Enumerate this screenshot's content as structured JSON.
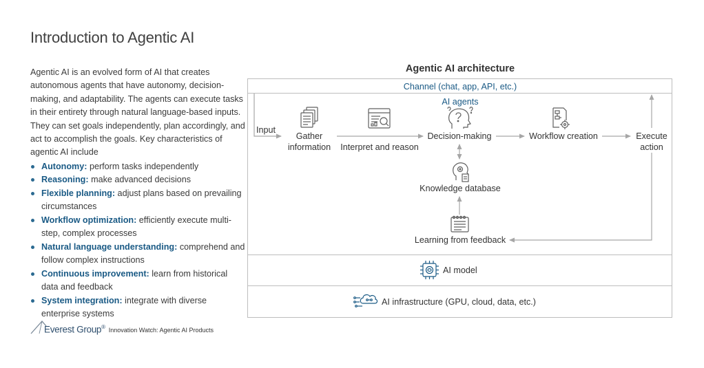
{
  "page": {
    "title": "Introduction to Agentic AI"
  },
  "intro": {
    "paragraph": "Agentic AI is an evolved form of AI that creates autonomous agents that have autonomy, decision-making, and adaptability. The agents can execute tasks in their entirety through natural language-based inputs. They can set goals independently, plan accordingly, and act to accomplish the goals. Key characteristics of agentic AI include",
    "characteristics": [
      {
        "term": "Autonomy:",
        "desc": " perform tasks independently"
      },
      {
        "term": "Reasoning:",
        "desc": " make advanced decisions"
      },
      {
        "term": "Flexible planning:",
        "desc": " adjust plans based on prevailing circumstances"
      },
      {
        "term": "Workflow optimization:",
        "desc": " efficiently execute multi-step, complex processes"
      },
      {
        "term": "Natural language understanding:",
        "desc": " comprehend and follow complex instructions"
      },
      {
        "term": "Continuous improvement:",
        "desc": " learn from historical data and feedback"
      },
      {
        "term": "System integration:",
        "desc": " integrate with diverse enterprise systems"
      }
    ]
  },
  "footer": {
    "brand": "Everest Group",
    "registered": "®",
    "product": "Innovation Watch: Agentic AI Products"
  },
  "architecture": {
    "title": "Agentic AI architecture",
    "channel": "Channel (chat, app, API, etc.)",
    "ai_agents": "AI agents",
    "input": "Input",
    "gather_line1": "Gather",
    "gather_line2": "information",
    "interpret": "Interpret and reason",
    "decision": "Decision-making",
    "workflow": "Workflow creation",
    "execute_line1": "Execute",
    "execute_line2": "action",
    "knowledge": "Knowledge database",
    "learning": "Learning from feedback",
    "ai_model": "AI model",
    "ai_infra": "AI infrastructure (GPU, cloud, data, etc.)"
  },
  "colors": {
    "accent_blue": "#1a5a85",
    "icon_gray": "#5f5f5f",
    "arrow_gray": "#a6a6a6",
    "border_gray": "#bdbdbd"
  }
}
